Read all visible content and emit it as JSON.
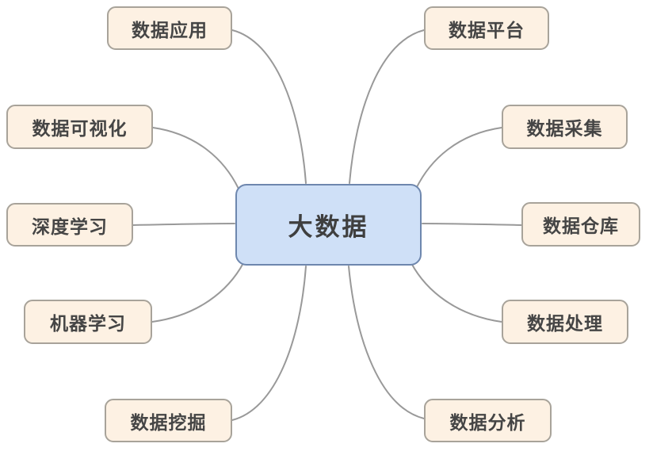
{
  "colors": {
    "center_fill": "#cfe0f7",
    "center_border": "#6e87ae",
    "node_fill": "#fdf1e3",
    "node_border": "#a8a39a",
    "line": "#999999",
    "text": "#454545",
    "bg": "#ffffff"
  },
  "center": {
    "label": "大数据"
  },
  "branches": {
    "left": [
      {
        "label": "数据应用"
      },
      {
        "label": "数据可视化"
      },
      {
        "label": "深度学习"
      },
      {
        "label": "机器学习"
      },
      {
        "label": "数据挖掘"
      }
    ],
    "right": [
      {
        "label": "数据平台"
      },
      {
        "label": "数据采集"
      },
      {
        "label": "数据仓库"
      },
      {
        "label": "数据处理"
      },
      {
        "label": "数据分析"
      }
    ]
  }
}
